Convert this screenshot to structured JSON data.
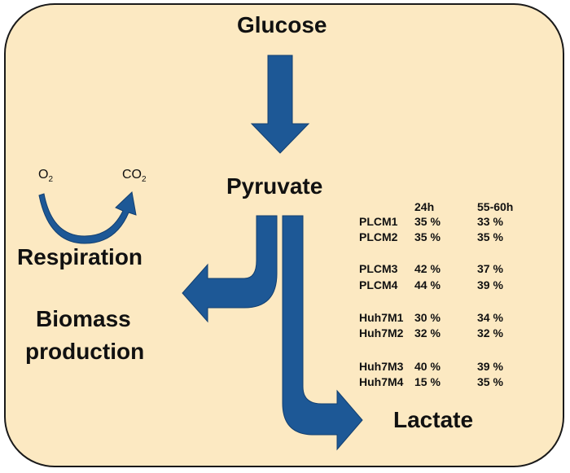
{
  "labels": {
    "glucose": "Glucose",
    "pyruvate": "Pyruvate",
    "respiration": "Respiration",
    "biomass_line1": "Biomass",
    "biomass_line2": "production",
    "lactate": "Lactate"
  },
  "respiration_cycle": {
    "input": {
      "base": "O",
      "sub": "2"
    },
    "output": {
      "base": "CO",
      "sub": "2"
    }
  },
  "table": {
    "headers": [
      "24h",
      "55-60h"
    ],
    "rows": [
      {
        "name": "PLCM1",
        "v24": "35 %",
        "v55": "33 %"
      },
      {
        "name": "PLCM2",
        "v24": "35 %",
        "v55": "35 %"
      },
      {
        "name": "PLCM3",
        "v24": "42 %",
        "v55": "37 %"
      },
      {
        "name": "PLCM4",
        "v24": "44 %",
        "v55": "39 %"
      },
      {
        "name": "Huh7M1",
        "v24": "30 %",
        "v55": "34 %"
      },
      {
        "name": "Huh7M2",
        "v24": "32 %",
        "v55": "32 %"
      },
      {
        "name": "Huh7M3",
        "v24": "40 %",
        "v55": "39 %"
      },
      {
        "name": "Huh7M4",
        "v24": "15 %",
        "v55": "35 %"
      }
    ]
  },
  "colors": {
    "background": "#fce9c2",
    "arrow": "#1d5896",
    "arrow_outline": "#123f70",
    "border": "#1a1a1a"
  }
}
